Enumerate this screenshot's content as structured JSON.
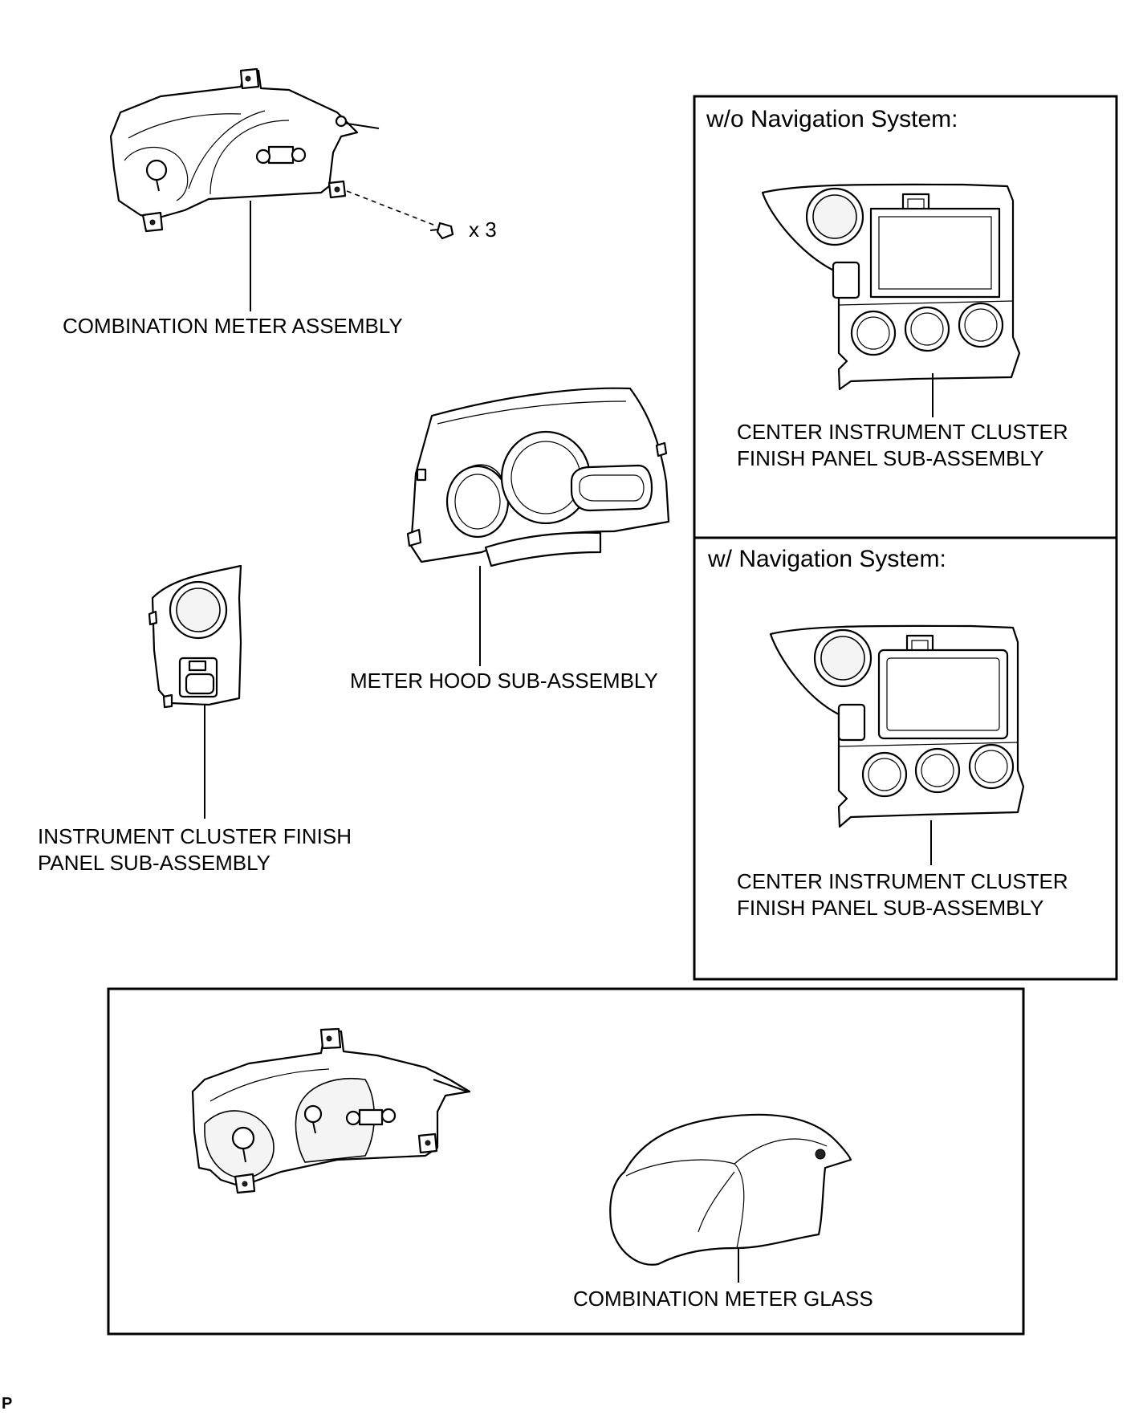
{
  "labels": {
    "combination_meter_assembly": "COMBINATION METER ASSEMBLY",
    "bolt_qty": "x 3",
    "meter_hood": "METER HOOD SUB-ASSEMBLY",
    "instrument_cluster_finish_panel_line1": "INSTRUMENT CLUSTER FINISH",
    "instrument_cluster_finish_panel_line2": "PANEL SUB-ASSEMBLY",
    "center_panel_without_nav_line1": "CENTER INSTRUMENT CLUSTER",
    "center_panel_without_nav_line2": "FINISH PANEL SUB-ASSEMBLY",
    "center_panel_with_nav_line1": "CENTER INSTRUMENT CLUSTER",
    "center_panel_with_nav_line2": "FINISH PANEL SUB-ASSEMBLY",
    "combination_meter_glass": "COMBINATION METER GLASS"
  },
  "variant_boxes": {
    "without_navigation": "w/o Navigation System:",
    "with_navigation": "w/ Navigation System:"
  },
  "illustration_code": "P"
}
